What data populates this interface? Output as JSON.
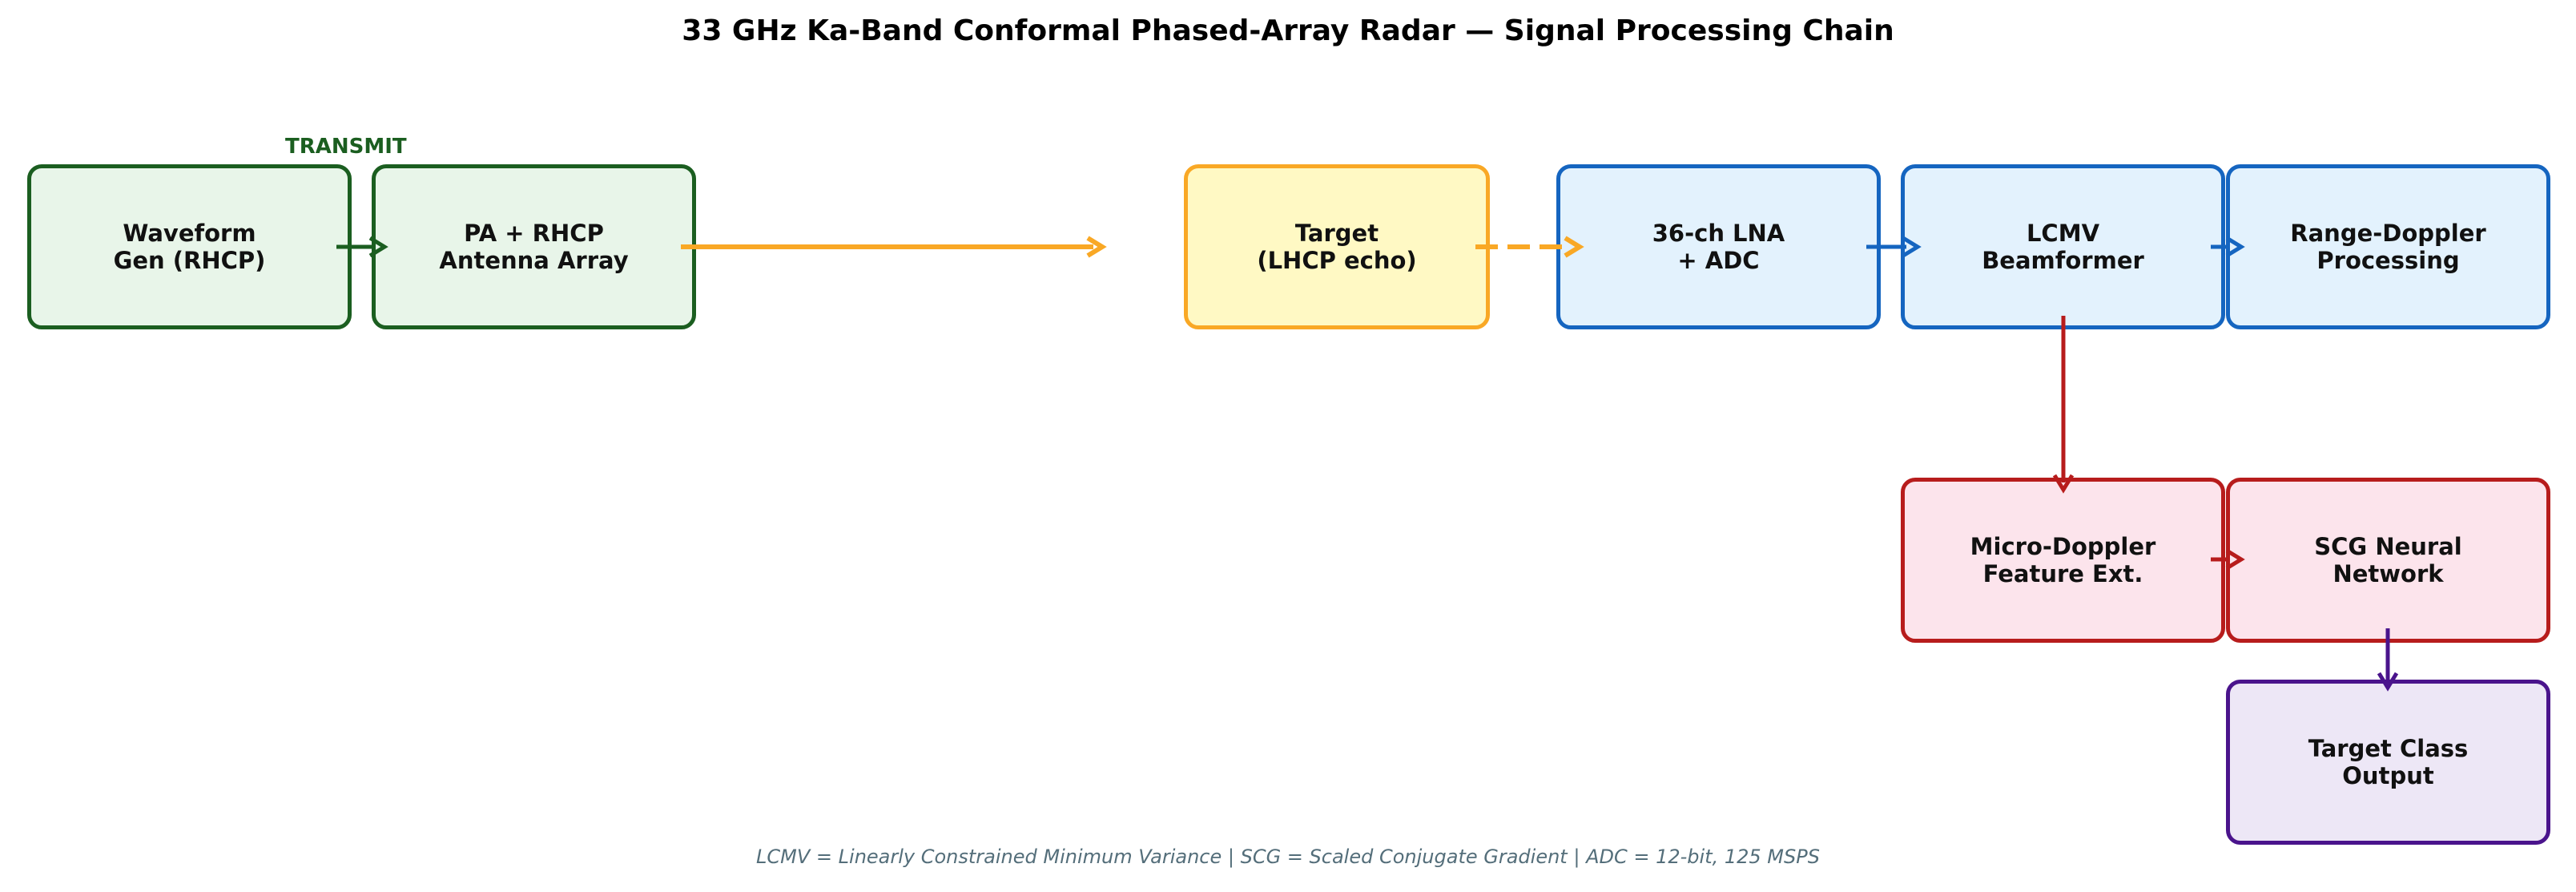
{
  "title": "33 GHz Ka-Band Conformal Phased-Array Radar — Signal Processing Chain",
  "transmit_label": "TRANSMIT",
  "blocks": {
    "waveform": "Waveform\nGen (RHCP)",
    "pa": "PA + RHCP\nAntenna Array",
    "target": "Target\n(LHCP echo)",
    "lna": "36-ch LNA\n+ ADC",
    "lcmv": "LCMV\nBeamformer",
    "range_doppler": "Range-Doppler\nProcessing",
    "micro_doppler": "Micro-Doppler\nFeature Ext.",
    "scg": "SCG Neural\nNetwork",
    "target_class": "Target Class\nOutput"
  },
  "colors": {
    "transmit": "#1b5e20",
    "target": "#f9a825",
    "receive": "#1565c0",
    "classifier": "#b71c1c",
    "output": "#4a148c"
  },
  "footer": "LCMV = Linearly Constrained Minimum Variance  |  SCG = Scaled Conjugate Gradient  |  ADC = 12-bit, 125 MSPS"
}
